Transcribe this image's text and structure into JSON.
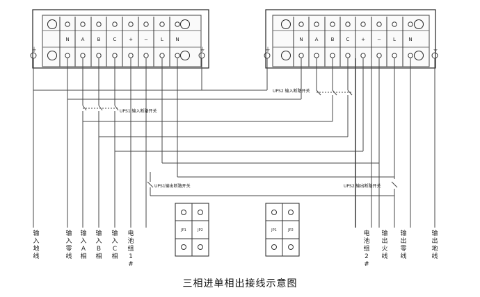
{
  "caption": "三相进单相出接线示意图",
  "ups1": {
    "terminal_labels": [
      "N",
      "A",
      "B",
      "C",
      "+",
      "−",
      "L",
      "N"
    ],
    "input_switch_label": "UPS1 输入断路开关",
    "bypass_switch_label": "UPS1输出断路开关"
  },
  "ups2": {
    "terminal_labels": [
      "N",
      "A",
      "B",
      "C",
      "+",
      "−",
      "L",
      "N"
    ],
    "input_switch_label": "UPS2 输入断路开关",
    "output_switch_label": "UPS2 输出断路开关"
  },
  "jumpers": [
    {
      "left": "JP1",
      "right": "JP2"
    },
    {
      "left": "JP1",
      "right": "JP2"
    }
  ],
  "bottom_labels": [
    "输入地线",
    "输入零线",
    "输入A相",
    "输入B相",
    "输入C相",
    "电池组1#",
    "电池组2#",
    "输出火线",
    "输出零线",
    "输出地线"
  ]
}
